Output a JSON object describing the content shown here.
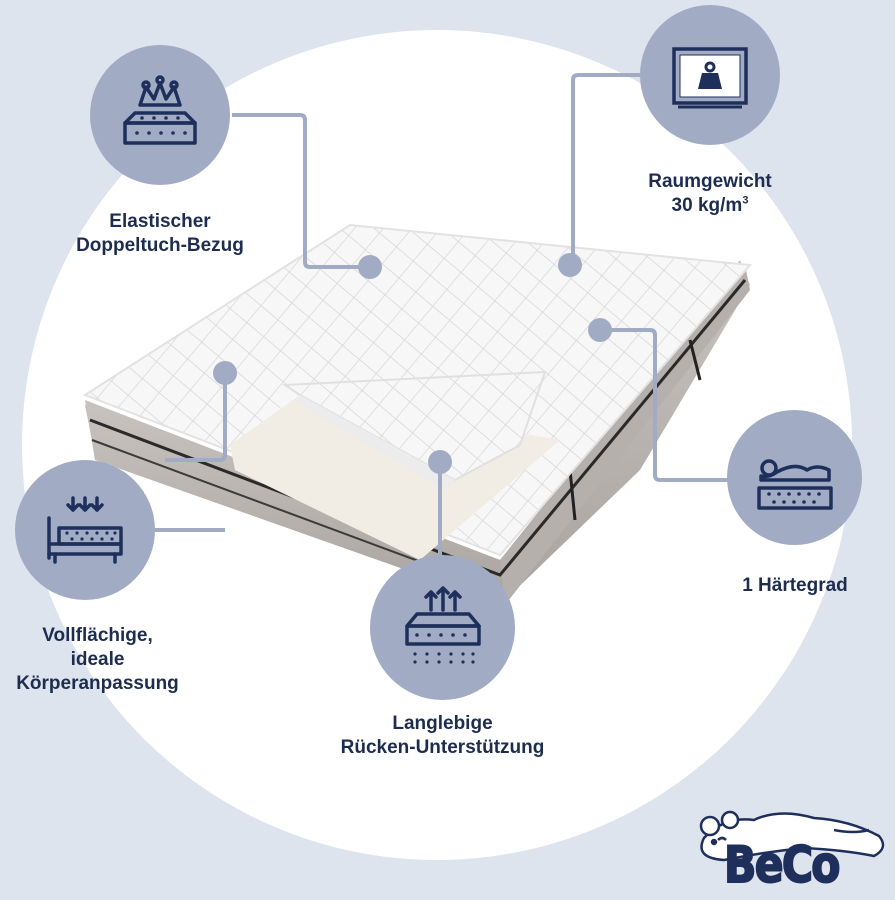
{
  "features": {
    "bezug": {
      "line1": "Elastischer",
      "line2": "Doppeltuch-Bezug",
      "icon": "crown-mattress-icon"
    },
    "raumgewicht": {
      "line1": "Raumgewicht",
      "line2": "30 kg/m",
      "sup": "3",
      "icon": "weight-scale-icon"
    },
    "haertegrad": {
      "line1": "1 Härtegrad",
      "icon": "body-on-mattress-icon"
    },
    "anpassung": {
      "line1": "Vollflächige,",
      "line2": "ideale",
      "line3": "Körperanpassung",
      "icon": "bed-pressure-icon"
    },
    "unterstuetzung": {
      "line1": "Langlebige",
      "line2": "Rücken-Unterstützung",
      "icon": "mattress-airflow-icon"
    }
  },
  "brand": {
    "logo_text": "BeCo"
  },
  "colors": {
    "background": "#dde4ee",
    "circle": "#a1acc4",
    "navy": "#1d2c4f",
    "mattress_side": "#b9b4b0"
  }
}
